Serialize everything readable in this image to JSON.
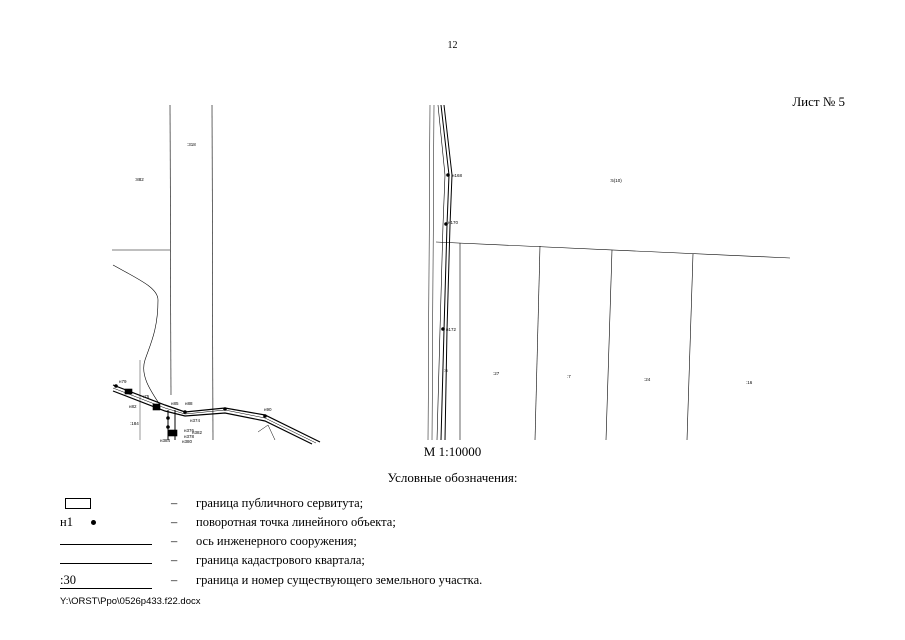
{
  "page": {
    "number": "12",
    "sheet": "Лист № 5",
    "file_path": "Y:\\ORST\\Ppo\\0526p433.f22.docx"
  },
  "map": {
    "scale": "М 1:10000",
    "left_map_labels": {
      "parcel_318": ":318",
      "parcel_882": ":882",
      "parcel_184": ":184",
      "point_79": "н79",
      "point_75": ":75",
      "point_82": "н82",
      "point_85": "н85",
      "point_88": "н88",
      "point_90": "н90",
      "point_374": "н374",
      "point_376": "н376",
      "point_378": "н378",
      "point_380": "н380",
      "point_382": "н382",
      "point_384": "н384"
    },
    "right_map_labels": {
      "parcel_5_10": ":5(10)",
      "parcel_27": ":27",
      "parcel_7": ":7",
      "parcel_24": ":24",
      "parcel_16": ":16",
      "parcel_6": ":6",
      "point_168": "н168",
      "point_170": "н170",
      "point_172": "н172"
    }
  },
  "legend": {
    "title": "Условные обозначения:",
    "items": [
      {
        "symbol_text": "",
        "description": "граница публичного сервитута;"
      },
      {
        "symbol_text": "н1",
        "description": "поворотная точка линейного объекта;"
      },
      {
        "symbol_text": "",
        "description": "ось инженерного сооружения;"
      },
      {
        "symbol_text": "",
        "description": "граница кадастрового квартала;"
      },
      {
        "symbol_text": ":30",
        "description": "граница и номер существующего земельного участка."
      }
    ],
    "dash": "–"
  }
}
